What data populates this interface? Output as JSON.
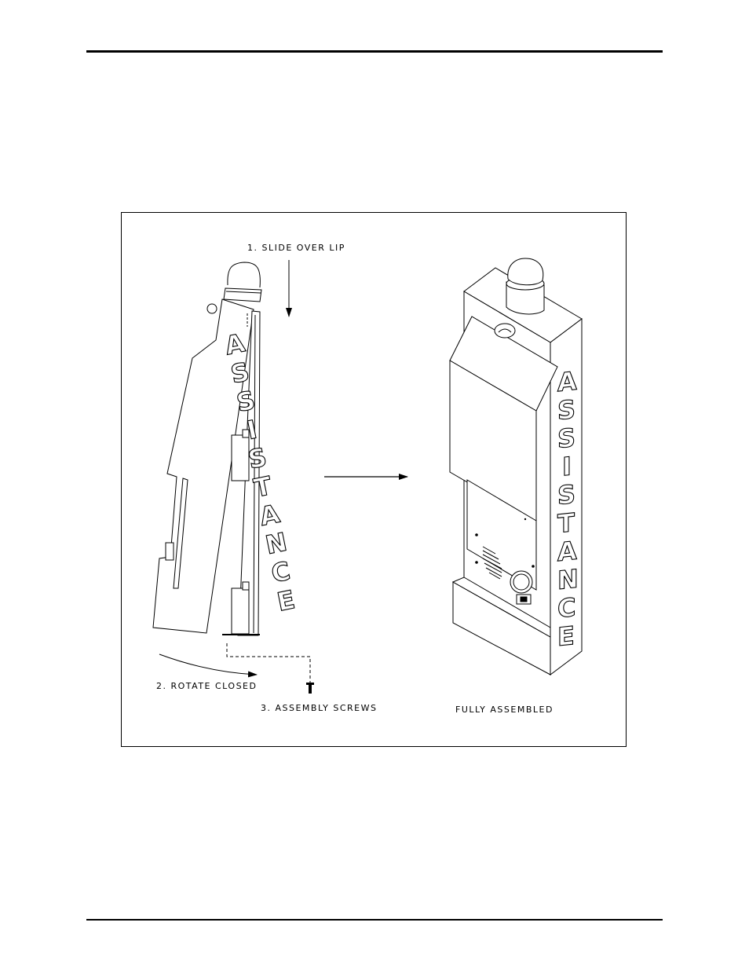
{
  "figure": {
    "labels": {
      "step1": "1.  SLIDE  OVER  LIP",
      "step2": "2.  ROTATE  CLOSED",
      "step3": "3.  ASSEMBLY  SCREWS",
      "result": "FULLY  ASSEMBLED"
    },
    "side_view_letters": [
      "A",
      "S",
      "S",
      "I",
      "S",
      "T",
      "A",
      "N",
      "C",
      "E"
    ],
    "front_view_letters": [
      "A",
      "S",
      "S",
      "I",
      "S",
      "T",
      "A",
      "N",
      "C",
      "E"
    ]
  }
}
